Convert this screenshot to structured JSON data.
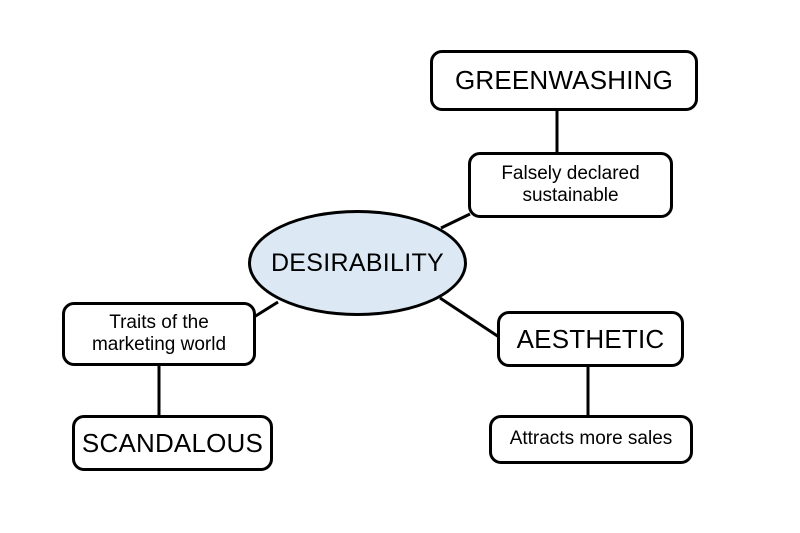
{
  "diagram": {
    "title_node": {
      "label": "DESIRABILITY",
      "shape": "ellipse",
      "fill_color": "#dce9f5",
      "stroke_color": "#000000"
    },
    "background_color": "#ffffff",
    "branches": [
      {
        "id": "greenwashing",
        "heading": "GREENWASHING",
        "detail": "Falsely declared sustainable"
      },
      {
        "id": "aesthetic",
        "heading": "AESTHETIC",
        "detail": "Attracts more sales"
      },
      {
        "id": "scandalous",
        "heading": "SCANDALOUS",
        "detail": "Traits of the marketing world"
      }
    ]
  }
}
